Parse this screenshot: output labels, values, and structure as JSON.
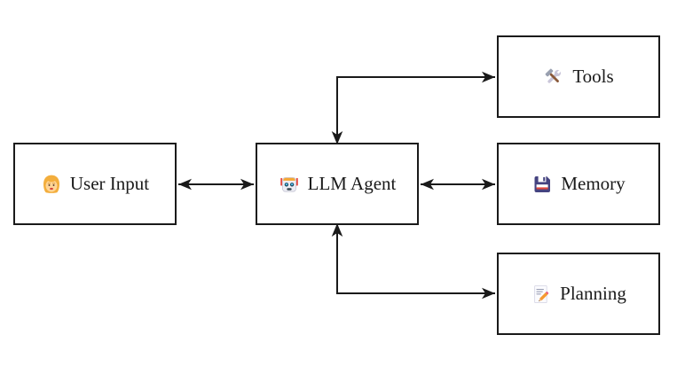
{
  "diagram": {
    "background_color": "#ffffff",
    "node_fill_color": "#ffffff",
    "stroke_color": "#1a1a1a",
    "text_color": "#1a1a1a"
  },
  "nodes": [
    {
      "id": "user-input",
      "label": "User Input",
      "icon": "woman-emoji-icon"
    },
    {
      "id": "llm-agent",
      "label": "LLM Agent",
      "icon": "robot-emoji-icon"
    },
    {
      "id": "tools",
      "label": "Tools",
      "icon": "hammer-and-wrench-emoji-icon"
    },
    {
      "id": "memory",
      "label": "Memory",
      "icon": "floppy-disk-emoji-icon"
    },
    {
      "id": "planning",
      "label": "Planning",
      "icon": "memo-emoji-icon"
    }
  ],
  "edges": [
    {
      "from": "user-input",
      "to": "llm-agent",
      "type": "bidirectional",
      "shape": "straight"
    },
    {
      "from": "llm-agent",
      "to": "tools",
      "type": "bidirectional",
      "shape": "elbow"
    },
    {
      "from": "llm-agent",
      "to": "memory",
      "type": "bidirectional",
      "shape": "straight"
    },
    {
      "from": "llm-agent",
      "to": "planning",
      "type": "bidirectional",
      "shape": "elbow"
    }
  ]
}
